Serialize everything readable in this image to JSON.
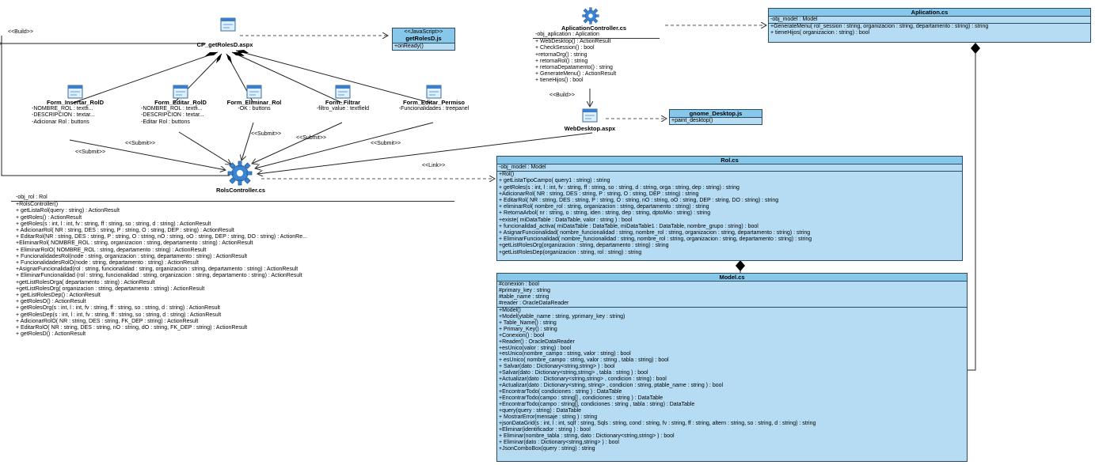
{
  "diagram": {
    "edge_labels": {
      "build_left": "<<Build>>",
      "build_center": "<<Build>>",
      "submit_1": "<<Submit>>",
      "submit_2": "<<Submit>>",
      "submit_3": "<<Submit>>",
      "submit_4": "<<Submit>>",
      "submit_5": "<<Submit>>",
      "link": "<<Link>>"
    },
    "cp_page": {
      "name": "CP_getRolesD.aspx"
    },
    "js_getroles": {
      "stereotype": "<<JavaScript>>",
      "name": "getRolesD.js",
      "ops": [
        "+onReady()"
      ]
    },
    "gnome_js": {
      "name": "gnome_Desktop.js",
      "ops": [
        "+paint_desktop()"
      ]
    },
    "webdesktop": {
      "name": "WebDesktop.aspx"
    },
    "app_controller": {
      "name": "AplicationController.cs",
      "attrs": [
        "-obj_aplication : Aplication"
      ],
      "ops": [
        "+ WebDesktop() : ActionResult",
        "+ CheckSession() : bool",
        "+retornaOrg() : string",
        "+ retornaRol() : string",
        "+ retornaDepatamento() : string",
        "+ GenerateMenu() : ActionResult",
        "+ tieneHijos() : bool"
      ]
    },
    "aplication": {
      "name": "Aplication.cs",
      "attrs": [
        "-obj_model : Model"
      ],
      "ops": [
        "+GenerateMenu( rol_session : string, organizacion : string, departamento : string) : string",
        "+ tieneHijos( organizacion : string) : bool"
      ]
    },
    "forms": [
      {
        "name": "Form_Insertar_RolD",
        "rows": [
          "-NOMBRE_ROL : textfi...",
          "-DESCRIPCION : textar...",
          "-Adicionar Rol : buttons"
        ]
      },
      {
        "name": "Form_Editar_RolD",
        "rows": [
          "-NOMBRE_ROL : textfi...",
          "-DESCRIPCION : textar...",
          "-Editar Rol : buttons"
        ]
      },
      {
        "name": "Form_Eliminar_Rol",
        "rows": [
          "-OK : buttons"
        ]
      },
      {
        "name": "Form_Filtrar",
        "rows": [
          "-filtro_value : textfield"
        ]
      },
      {
        "name": "Form_Editar_Permiso",
        "rows": [
          "-Funcionalidades : treepanel"
        ]
      }
    ],
    "rols_controller": {
      "name": "RolsController.cs",
      "attrs": [
        "-obj_rol : Rol"
      ],
      "ops": [
        "+RolsController()",
        "+ getListaRol(query : string) : ActionResult",
        "+ getRoles() : ActionResult",
        "+ getRoles(s : int, l : int, fv : string, ff : string, so : string, d : string) : ActionResult",
        "+ AdicionarRol( NR : string, DES : string, P : string, O : string, DEP : string) : ActionResult",
        "+ EditarRol(NR : string, DES : string, P : string, O : string, nO : string, oO : string, DEP : string, DO : string) : ActionRe...",
        "+EliminarRol( NOMBRE_ROL : string, organizacion : string, departamento : string) : ActionResult",
        "+ EliminarRolO( NOMBRE_ROL : string, departamento : string) : ActionResult",
        "+ FuncionalidadesRol(node : string, organizacion : string, departamento : string) : ActionResult",
        "+ FuncionalidadesRolO(node : string, departamento : string) : ActionResult",
        "+AsignarFuncionalidad(rol : string, funcionalidad : string, organizacion : string, departamento : string) : ActionResult",
        "+ EliminarFuncionalidad (rol : string, funcionalidad : string, organizacion : string, departamento : string) : ActionResult",
        "+getListRolesOrga( departamento : string) : ActionResult",
        "+getListRolesOrg( organizacion : string, departamento : string) : ActionResult",
        "+ getListRolesDep() : ActionResult",
        "+ getRolesO() : ActionResult",
        "+ getRolesOrg(s : int, l : int, fv : string, ff : string, so : string, d : string) : ActionResult",
        "+ getRolesDep(s : int, l : int, fv : string, ff : string, so : string, d : string) : ActionResult",
        "+ AdicionarRolO( NR : string, DES : string, FK_DEP : string) : ActionResult",
        "+ EditarRolO( NR : string, DES : string, nO : string, dO : string, FK_DEP : string) : ActionResult",
        "+ getRolesD() : ActionResult"
      ]
    },
    "rol": {
      "name": "Rol.cs",
      "attrs": [
        "-obj_model : Model"
      ],
      "ops": [
        "+Rol()",
        "+ getListaTipoCampo( query1 : string) : string",
        "+ getRoles(s : int, l : int, fv : string, ff : string, so : string, d : string, orga : string, dep : string) : string",
        "+AdicionarRol( NR : string, DES : string, P : string, O : string, DEP : string) : string",
        "+ EditarRol( NR : string, DES : string, P : string, O : string, nO : string, oO : string, DEP : string, DO : string) : string",
        "+ eliminarRol( nombre_rol : string, organizacion : string, departamento : string) : string",
        "+ RetornaArbol( nr : string, o : string, iden : string, dep : string, dptoMio : string) : string",
        "+existe( miDataTable : DataTable, valor : string ) : bool",
        "+ funcionalidad_activa( miDataTable : DataTable, miDataTable1 : DataTable, nombre_grupo : string) : bool",
        "+ AsignarFuncionalidad( nombre_funcionalidad : string, nombre_rol : string, organizacion : string, departamento : string) : string",
        "+ EliminarFuncionalidad( nombre_funcionalidad : string, nombre_rol : string, organizacion : string, departamento : string) : string",
        "+getListRolesOrg(organizacion : string, departamento : string) : string",
        "+getListRolesDep(organizacion : string, rol : string) : string"
      ]
    },
    "model": {
      "name": "Model.cs",
      "attrs": [
        "#conexion : bool",
        "#primary_key : string",
        "#table_name : string",
        "#reader : OracleDataReader"
      ],
      "ops": [
        "+Model()",
        "+Model(ytable_name : string, yprimary_key : string)",
        "+ Table_Name() : string",
        "+ Primary_Key() : string",
        "+Conexion() : bool",
        "+Reader() : OracleDataReader",
        "+esUnico(valor : string) : bool",
        "+esUnico(nombre_campo : string, valor : string) : bool",
        "+ esUnico( nombre_campo : string, valor : string , tabla : string) : bool",
        "+ Salvar(dato : Dictionary<string,string> ) : bool",
        "+Salvar(dato : Dictionary<string,string> , tabla : string ) : bool",
        "+Actualizar(dato : Dictionary<string,string> , condicion : string) : bool",
        "+Actualizar(dato : Dictionary<string, string> , condicion : string, ptable_name : string ) : bool",
        "+EncontrarTodo( condiciones : string ) : DataTable",
        "+EncontrarTodo(campo : string[] , condiciones : string ) : DataTable",
        "+EncontrarTodo(campo : string[], condiciones : string , tabla : string) : DataTable",
        "+query(query : string) : DataTable",
        "+ MostrarError(mensaje : string ) : string",
        "+jsonDataGrid(s : int, l : int, sqlf : string, Sqls : string, cond : string, fv : string, ff : string, altern : string, so : string, d : string) : string",
        "+Eliminar(identificador : string ) : bool",
        "+ Eliminar(nombre_tabla : string, dato : Dictionary<string,string> ) : bool",
        "+ Eliminar(dato : Dictionary<string,string> ) : bool",
        "+JsonComboBox(query : string) : string"
      ]
    }
  }
}
